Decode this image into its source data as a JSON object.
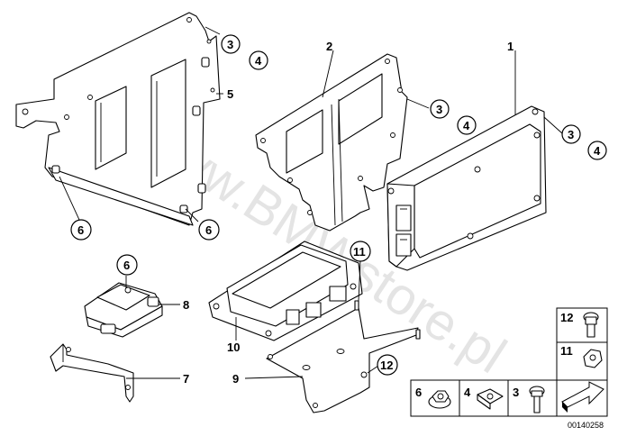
{
  "watermark": "www.BMWstore.pl",
  "diagram_id": "00140258",
  "callouts": {
    "c1": "1",
    "c2": "2",
    "c3a": "3",
    "c4a": "4",
    "c5": "5",
    "c3b": "3",
    "c4b": "4",
    "c3c": "3",
    "c4c": "4",
    "c6a": "6",
    "c6b": "6",
    "c6c": "6",
    "c7": "7",
    "c8": "8",
    "c9": "9",
    "c10": "10",
    "c11": "11",
    "c12": "12"
  },
  "legend": {
    "l12": "12",
    "l11": "11",
    "l6": "6",
    "l4": "4",
    "l3": "3"
  }
}
